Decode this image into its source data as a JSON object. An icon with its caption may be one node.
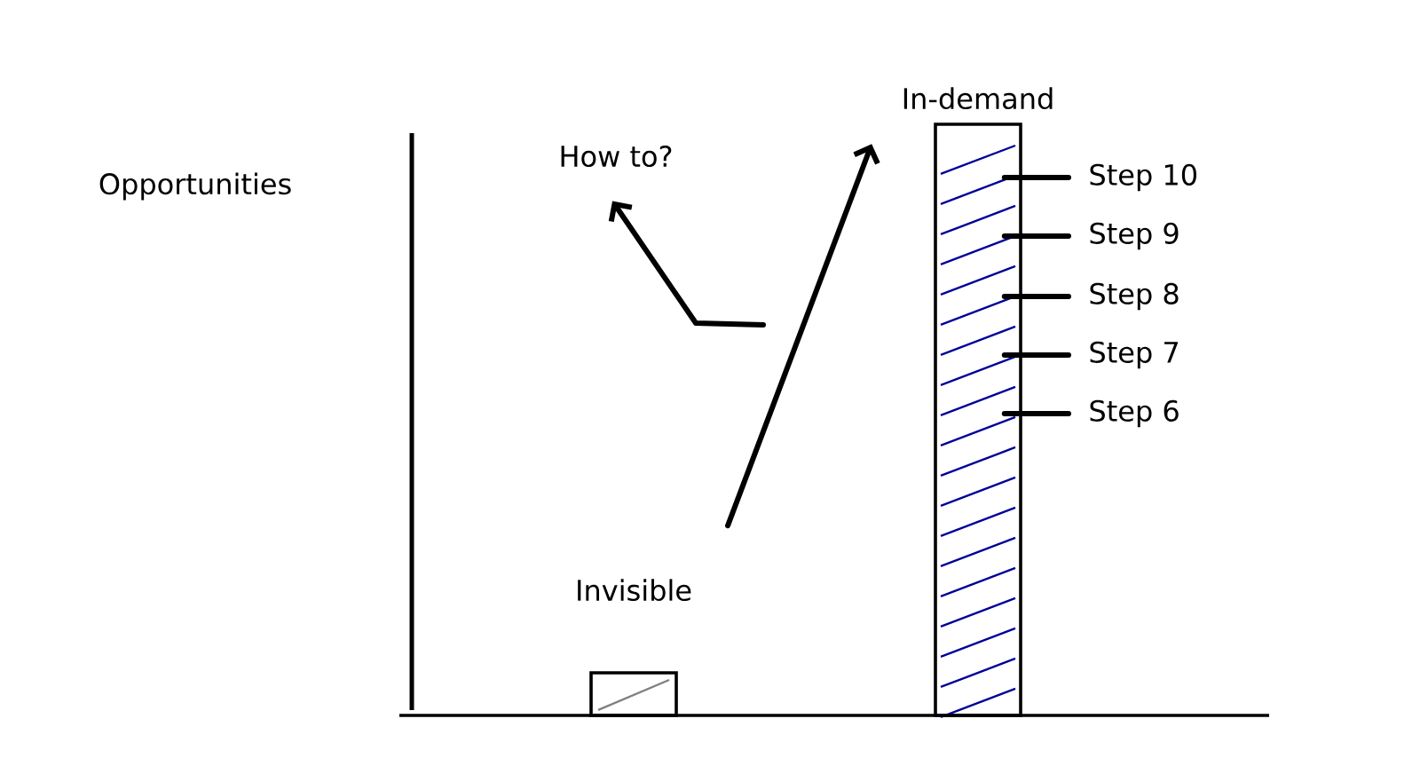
{
  "diagram": {
    "nodes": [
      {
        "text": [
          "Invisible"
        ]
      },
      {
        "text": [
          "In-demand"
        ]
      },
      {
        "text": [
          "How to?"
        ]
      },
      {
        "text": [
          "Step 10"
        ]
      },
      {
        "text": [
          "Step 9"
        ]
      },
      {
        "text": [
          "Step 8"
        ]
      },
      {
        "text": [
          "Step 7"
        ]
      },
      {
        "text": [
          "Step 6"
        ]
      }
    ],
    "edges": [
      {
        "from": 0,
        "to": 1,
        "arrow": "to"
      },
      {
        "from": null,
        "to": 2,
        "arrow": "to"
      },
      {
        "from": 1,
        "to": 3,
        "arrow": "none"
      },
      {
        "from": 1,
        "to": 4,
        "arrow": "none"
      },
      {
        "from": 1,
        "to": 5,
        "arrow": "none"
      },
      {
        "from": 1,
        "to": 6,
        "arrow": "none"
      },
      {
        "from": 1,
        "to": 7,
        "arrow": "none"
      }
    ],
    "labels": [
      "Opportunities"
    ]
  }
}
